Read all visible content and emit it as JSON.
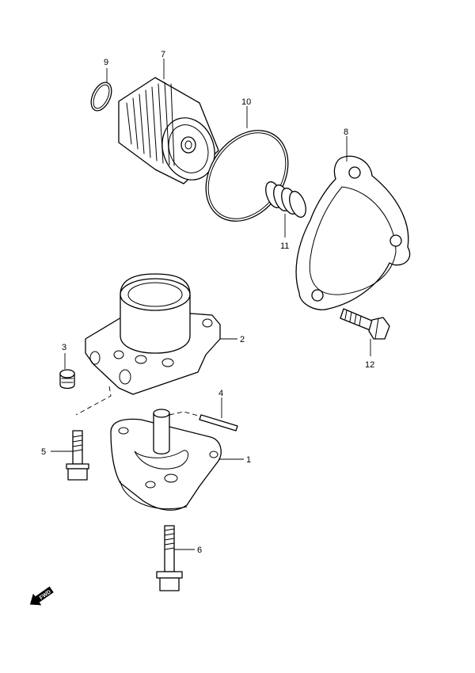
{
  "callouts": [
    {
      "id": "1",
      "label": "1"
    },
    {
      "id": "2",
      "label": "2"
    },
    {
      "id": "3",
      "label": "3"
    },
    {
      "id": "4",
      "label": "4"
    },
    {
      "id": "5",
      "label": "5"
    },
    {
      "id": "6",
      "label": "6"
    },
    {
      "id": "7",
      "label": "7"
    },
    {
      "id": "8",
      "label": "8"
    },
    {
      "id": "9",
      "label": "9"
    },
    {
      "id": "10",
      "label": "10"
    },
    {
      "id": "11",
      "label": "11"
    },
    {
      "id": "12",
      "label": "12"
    }
  ],
  "direction_badge": {
    "text": "FWD",
    "icon": "forward-arrow-icon"
  }
}
